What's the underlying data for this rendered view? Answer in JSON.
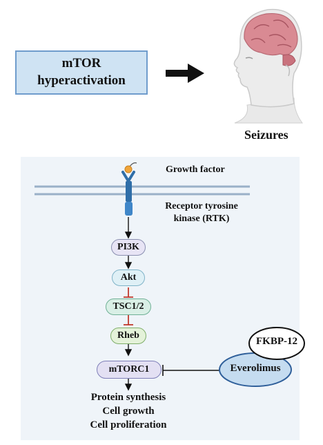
{
  "top": {
    "box_line1": "mTOR",
    "box_line2": "hyperactivation",
    "outcome_label": "Seizures"
  },
  "pathway": {
    "growth_factor": "Growth factor",
    "rtk_line1": "Receptor tyrosine",
    "rtk_line2": "kinase (RTK)",
    "nodes": [
      "PI3K",
      "Akt",
      "TSC1/2",
      "Rheb",
      "mTORC1"
    ],
    "drug": "Everolimus",
    "binding_protein": "FKBP-12",
    "outputs": [
      "Protein synthesis",
      "Cell growth",
      "Cell proliferation"
    ]
  },
  "colors": {
    "box_fill": "#cfe3f3",
    "box_border": "#6f9ccc",
    "panel_bg": "#eff4f9",
    "inhibit": "#c0392b",
    "drug_fill": "#c5dcf0",
    "drug_border": "#2f5f9a"
  }
}
